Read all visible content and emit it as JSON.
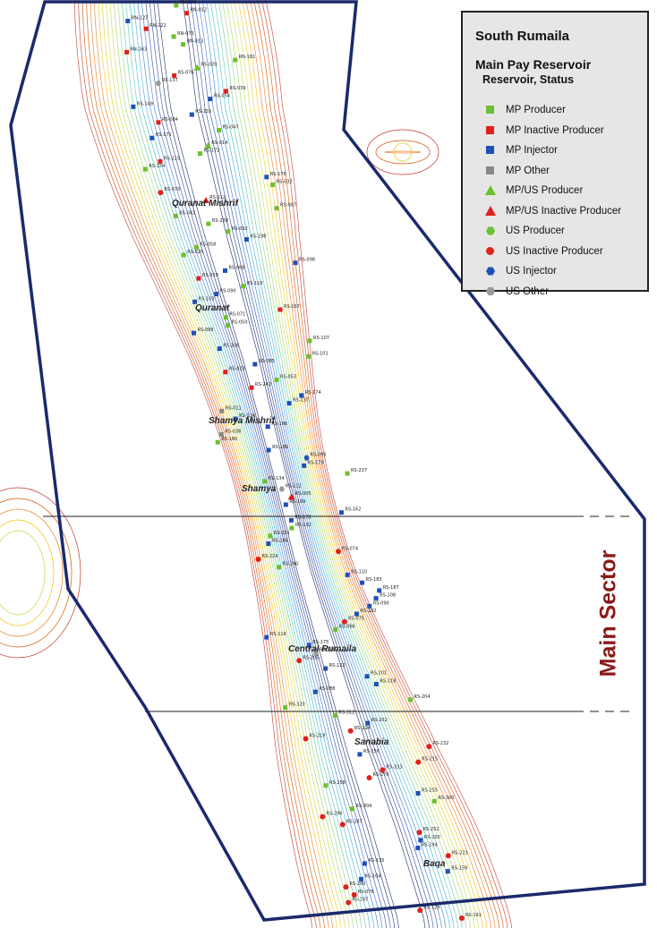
{
  "legend": {
    "title": "South Rumaila",
    "subtitle": "Main Pay Reservoir",
    "subtitle2": "Reservoir, Status",
    "items": [
      {
        "label": "MP Producer",
        "shape": "square",
        "color": "#6cbf2e"
      },
      {
        "label": "MP Inactive Producer",
        "shape": "square",
        "color": "#e0201c"
      },
      {
        "label": "MP Injector",
        "shape": "square",
        "color": "#1f4fb8"
      },
      {
        "label": "MP Other",
        "shape": "square",
        "color": "#888888"
      },
      {
        "label": "MP/US Producer",
        "shape": "triangle",
        "color": "#6cbf2e"
      },
      {
        "label": "MP/US Inactive Producer",
        "shape": "triangle",
        "color": "#e0201c"
      },
      {
        "label": "US Producer",
        "shape": "hexagon",
        "color": "#6cbf2e"
      },
      {
        "label": "US Inactive Producer",
        "shape": "circle",
        "color": "#e0201c"
      },
      {
        "label": "US Injector",
        "shape": "hexagon",
        "color": "#1f4fb8"
      },
      {
        "label": "US Other",
        "shape": "hexagon",
        "color": "#999999"
      }
    ]
  },
  "sector_label": "Main Sector",
  "place_names": [
    "Quranat Mishrif",
    "Quranat",
    "Shamya Mishrif",
    "Shamya",
    "Central Rumaila",
    "Sanabia",
    "Baqa"
  ],
  "colors": {
    "boundary": "#1a2a6c",
    "contour_outer": "#c0392b",
    "contour_inner": "#1a2a6c"
  },
  "wells": [
    {
      "n": "RN-164",
      "t": "mp_p"
    },
    {
      "n": "RN-012",
      "t": "mp_i"
    },
    {
      "n": "RN-127",
      "t": "mp_inj"
    },
    {
      "n": "RN-222",
      "t": "mp_i"
    },
    {
      "n": "RN-073",
      "t": "mp_p"
    },
    {
      "n": "RN-013",
      "t": "mp_p"
    },
    {
      "n": "RN-163",
      "t": "mp_i"
    },
    {
      "n": "RN-181",
      "t": "mp_p"
    },
    {
      "n": "RS-020",
      "t": "mpus_p"
    },
    {
      "n": "RS-076",
      "t": "mp_i"
    },
    {
      "n": "RS-137",
      "t": "us_o"
    },
    {
      "n": "RS-039",
      "t": "mp_i"
    },
    {
      "n": "RS-054",
      "t": "mp_inj"
    },
    {
      "n": "RS-149",
      "t": "mp_inj"
    },
    {
      "n": "RS-155",
      "t": "mp_inj"
    },
    {
      "n": "RS-084",
      "t": "mp_i"
    },
    {
      "n": "RS-047",
      "t": "mp_p"
    },
    {
      "n": "RS-171",
      "t": "mp_inj"
    },
    {
      "n": "RS-014",
      "t": "mpus_p"
    },
    {
      "n": "RS-172",
      "t": "mp_p"
    },
    {
      "n": "RS-115",
      "t": "mp_i"
    },
    {
      "n": "RS-154",
      "t": "mp_p"
    },
    {
      "n": "RS-176",
      "t": "mp_inj"
    },
    {
      "n": "RS-032",
      "t": "mp_p"
    },
    {
      "n": "RS-070",
      "t": "us_i"
    },
    {
      "n": "RS-012",
      "t": "mpus_i"
    },
    {
      "n": "RS-097",
      "t": "mp_p"
    },
    {
      "n": "RS-043",
      "t": "mp_p"
    },
    {
      "n": "RS-238",
      "t": "mp_p"
    },
    {
      "n": "RS-092",
      "t": "mp_p"
    },
    {
      "n": "RS-198",
      "t": "mp_inj"
    },
    {
      "n": "RS-058",
      "t": "mp_p"
    },
    {
      "n": "RS-025",
      "t": "mp_p"
    },
    {
      "n": "RS-098",
      "t": "mp_inj"
    },
    {
      "n": "RS-068",
      "t": "mp_inj"
    },
    {
      "n": "RS-319",
      "t": "mp_i"
    },
    {
      "n": "RS-116",
      "t": "mp_p"
    },
    {
      "n": "RS-090",
      "t": "mp_inj"
    },
    {
      "n": "RS-103",
      "t": "mp_inj"
    },
    {
      "n": "RS-167",
      "t": "mp_i"
    },
    {
      "n": "RS-071",
      "t": "mp_p"
    },
    {
      "n": "RS-050",
      "t": "mp_p"
    },
    {
      "n": "RS-099",
      "t": "mp_inj"
    },
    {
      "n": "RS-107",
      "t": "mp_p"
    },
    {
      "n": "RS-106",
      "t": "mp_inj"
    },
    {
      "n": "RS-101",
      "t": "mp_p"
    },
    {
      "n": "RS-085",
      "t": "mp_inj"
    },
    {
      "n": "RS-023",
      "t": "mp_i"
    },
    {
      "n": "RS-053",
      "t": "mp_p"
    },
    {
      "n": "RS-242",
      "t": "mp_i"
    },
    {
      "n": "RS-174",
      "t": "mp_inj"
    },
    {
      "n": "RS-137",
      "t": "mp_inj"
    },
    {
      "n": "RS-011",
      "t": "mp_o"
    },
    {
      "n": "RS-124",
      "t": "mp_inj"
    },
    {
      "n": "RS-186",
      "t": "mp_inj"
    },
    {
      "n": "RS-036",
      "t": "mp_o"
    },
    {
      "n": "RS-160",
      "t": "mp_p"
    },
    {
      "n": "RS-189",
      "t": "mp_inj"
    },
    {
      "n": "RS-096",
      "t": "us_inj"
    },
    {
      "n": "RS-173",
      "t": "mp_inj"
    },
    {
      "n": "RS-237",
      "t": "mp_p"
    },
    {
      "n": "RS-134",
      "t": "mp_p"
    },
    {
      "n": "RS-112",
      "t": "us_o"
    },
    {
      "n": "RS-005",
      "t": "mpus_i"
    },
    {
      "n": "RS-169",
      "t": "mp_inj"
    },
    {
      "n": "RS-162",
      "t": "mp_inj"
    },
    {
      "n": "RS-178",
      "t": "mp_inj"
    },
    {
      "n": "RS-132",
      "t": "mp_p"
    },
    {
      "n": "RS-151",
      "t": "mp_p"
    },
    {
      "n": "RS-184",
      "t": "mp_inj"
    },
    {
      "n": "RS-074",
      "t": "us_i"
    },
    {
      "n": "RS-224",
      "t": "us_i"
    },
    {
      "n": "RS-240",
      "t": "mp_p"
    },
    {
      "n": "RS-110",
      "t": "mp_inj"
    },
    {
      "n": "RS-183",
      "t": "mp_inj"
    },
    {
      "n": "RS-187",
      "t": "mp_inj"
    },
    {
      "n": "RS-108",
      "t": "mp_inj"
    },
    {
      "n": "RS-090",
      "t": "mp_inj"
    },
    {
      "n": "RS-182",
      "t": "mp_inj"
    },
    {
      "n": "RS-075",
      "t": "us_i"
    },
    {
      "n": "RS-066",
      "t": "mp_p"
    },
    {
      "n": "RS-116",
      "t": "mp_inj"
    },
    {
      "n": "RS-175",
      "t": "mp_inj"
    },
    {
      "n": "RS-008",
      "t": "us_o"
    },
    {
      "n": "RS-205",
      "t": "us_i"
    },
    {
      "n": "RS-122",
      "t": "mp_inj"
    },
    {
      "n": "RS-201",
      "t": "mp_inj"
    },
    {
      "n": "RS-118",
      "t": "mp_inj"
    },
    {
      "n": "RS-088",
      "t": "mp_inj"
    },
    {
      "n": "RS-204",
      "t": "mp_p"
    },
    {
      "n": "RS-320",
      "t": "mp_p"
    },
    {
      "n": "RS-312",
      "t": "mp_p"
    },
    {
      "n": "RS-202",
      "t": "mp_inj"
    },
    {
      "n": "RS-214",
      "t": "us_i"
    },
    {
      "n": "RS-218",
      "t": "us_i"
    },
    {
      "n": "RS-232",
      "t": "us_i"
    },
    {
      "n": "RS-156",
      "t": "mp_inj"
    },
    {
      "n": "RS-215",
      "t": "us_i"
    },
    {
      "n": "RS-333",
      "t": "us_i"
    },
    {
      "n": "RS-270",
      "t": "us_i"
    },
    {
      "n": "RS-258",
      "t": "mp_p"
    },
    {
      "n": "RS-255",
      "t": "mp_inj"
    },
    {
      "n": "RS-300",
      "t": "mp_p"
    },
    {
      "n": "RS-304",
      "t": "mp_p"
    },
    {
      "n": "RS-296",
      "t": "us_i"
    },
    {
      "n": "RS-287",
      "t": "us_i"
    },
    {
      "n": "RS-252",
      "t": "us_i"
    },
    {
      "n": "RS-200",
      "t": "mp_inj"
    },
    {
      "n": "RS-194",
      "t": "mp_inj"
    },
    {
      "n": "RS-223",
      "t": "us_i"
    },
    {
      "n": "RS-135",
      "t": "mp_inj"
    },
    {
      "n": "RS-159",
      "t": "mp_inj"
    },
    {
      "n": "RS-104",
      "t": "mp_inj"
    },
    {
      "n": "RS-260",
      "t": "us_i"
    },
    {
      "n": "RS-078",
      "t": "us_i"
    },
    {
      "n": "RS-197",
      "t": "us_i"
    },
    {
      "n": "RS-129",
      "t": "us_i"
    },
    {
      "n": "RS-191",
      "t": "us_i"
    }
  ]
}
